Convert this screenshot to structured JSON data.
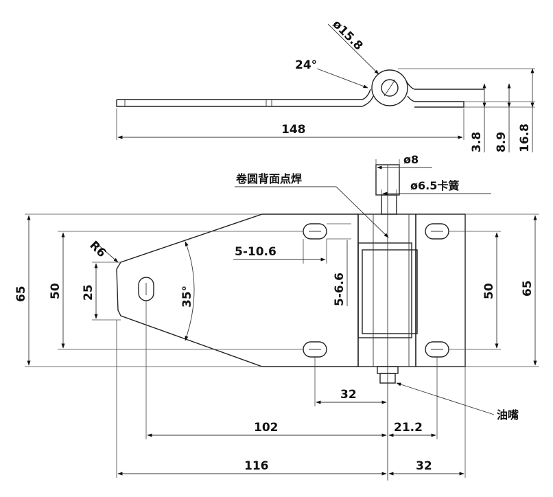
{
  "top_view": {
    "dia_hinge": "ø15.8",
    "angle": "24°",
    "length": "148",
    "dim_a": "3.8",
    "dim_b": "8.9",
    "dim_c": "16.8"
  },
  "notes": {
    "weld": "卷圆背面点焊",
    "pin_dia": "ø8",
    "clip_dia": "ø6.5卡簧",
    "grease": "油嘴"
  },
  "front_view": {
    "height_left": "65",
    "height_inner_left": "50",
    "radius": "R6",
    "height_small": "25",
    "angle": "35°",
    "slot_h": "5-10.6",
    "slot_v": "5-6.6",
    "height_right_inner": "50",
    "height_right": "65",
    "dim_32_top": "32",
    "dim_102": "102",
    "dim_21_2": "21.2",
    "dim_116": "116",
    "dim_32_bottom": "32"
  }
}
